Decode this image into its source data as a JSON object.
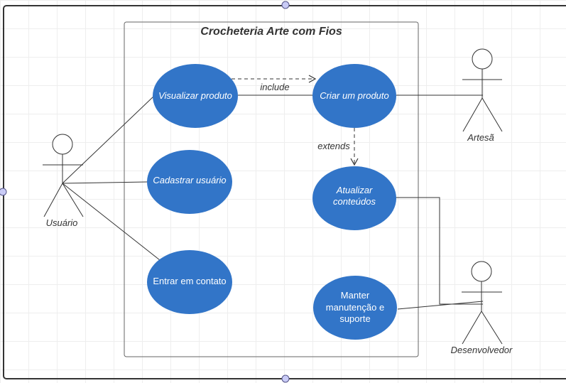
{
  "diagram": {
    "system_title": "Crocheteria Arte com Fios",
    "colors": {
      "use_case_fill": "#3275c8",
      "line": "#333333",
      "handle": "#c9cbf6"
    },
    "actors": {
      "usuario": "Usuário",
      "artesa": "Artesã",
      "desenvolvedor": "Desenvolvedor"
    },
    "use_cases": {
      "visualizar": "Visualizar produto",
      "cadastrar": "Cadastrar usuário",
      "contato": "Entrar em contato",
      "criar": "Criar um produto",
      "atualizar_1": "Atualizar",
      "atualizar_2": "conteúdos",
      "manter_1": "Manter",
      "manter_2": "manutenção e",
      "manter_3": "suporte"
    },
    "relations": {
      "include": "include",
      "extends": "extends"
    }
  }
}
